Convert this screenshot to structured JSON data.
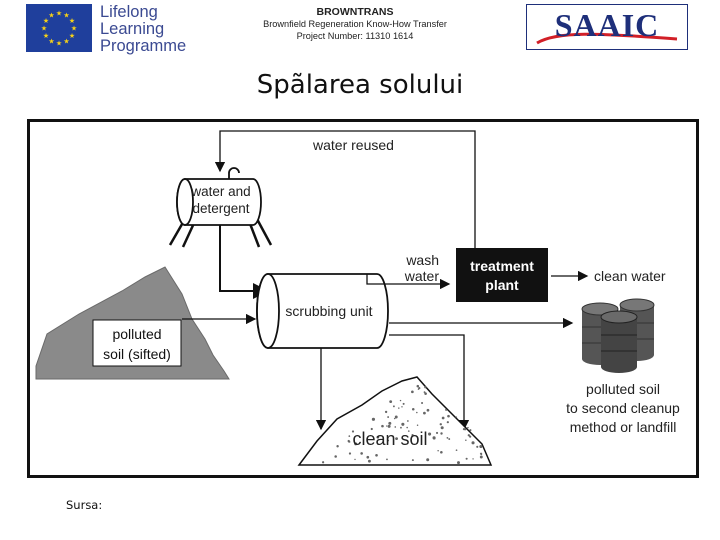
{
  "header": {
    "program": {
      "line1": "Lifelong",
      "line2": "Learning",
      "line3": "Programme"
    },
    "project": {
      "title": "BROWNTRANS",
      "subtitle": "Brownfield Regeneration Know-How Transfer",
      "number": "Project Number: 11310 1614"
    },
    "agency_logo": {
      "text": "SAAIC",
      "color": "#1e2f7a",
      "accent": "#d21f27"
    },
    "eu_flag_color": "#1f3f9c",
    "eu_star_color": "#f7d117"
  },
  "slide": {
    "title": "Spãlarea solului",
    "source_label": "Sursa:"
  },
  "diagram": {
    "water_reused": "water reused",
    "water_tank": [
      "water and",
      "detergent"
    ],
    "wash_water": [
      "wash",
      "water"
    ],
    "treatment_plant": [
      "treatment",
      "plant"
    ],
    "clean_water": "clean water",
    "scrubbing_unit": "scrubbing unit",
    "polluted_soil_sifted": [
      "polluted",
      "soil (sifted)"
    ],
    "clean_soil": "clean soil",
    "polluted_soil_out": [
      "polluted soil",
      "to second cleanup",
      "method or landfill"
    ],
    "colors": {
      "frame": "#111111",
      "pile_gray": "#8a8a8a",
      "plant_fill": "#111111",
      "plant_text": "#ffffff",
      "barrel": "#555555"
    }
  }
}
